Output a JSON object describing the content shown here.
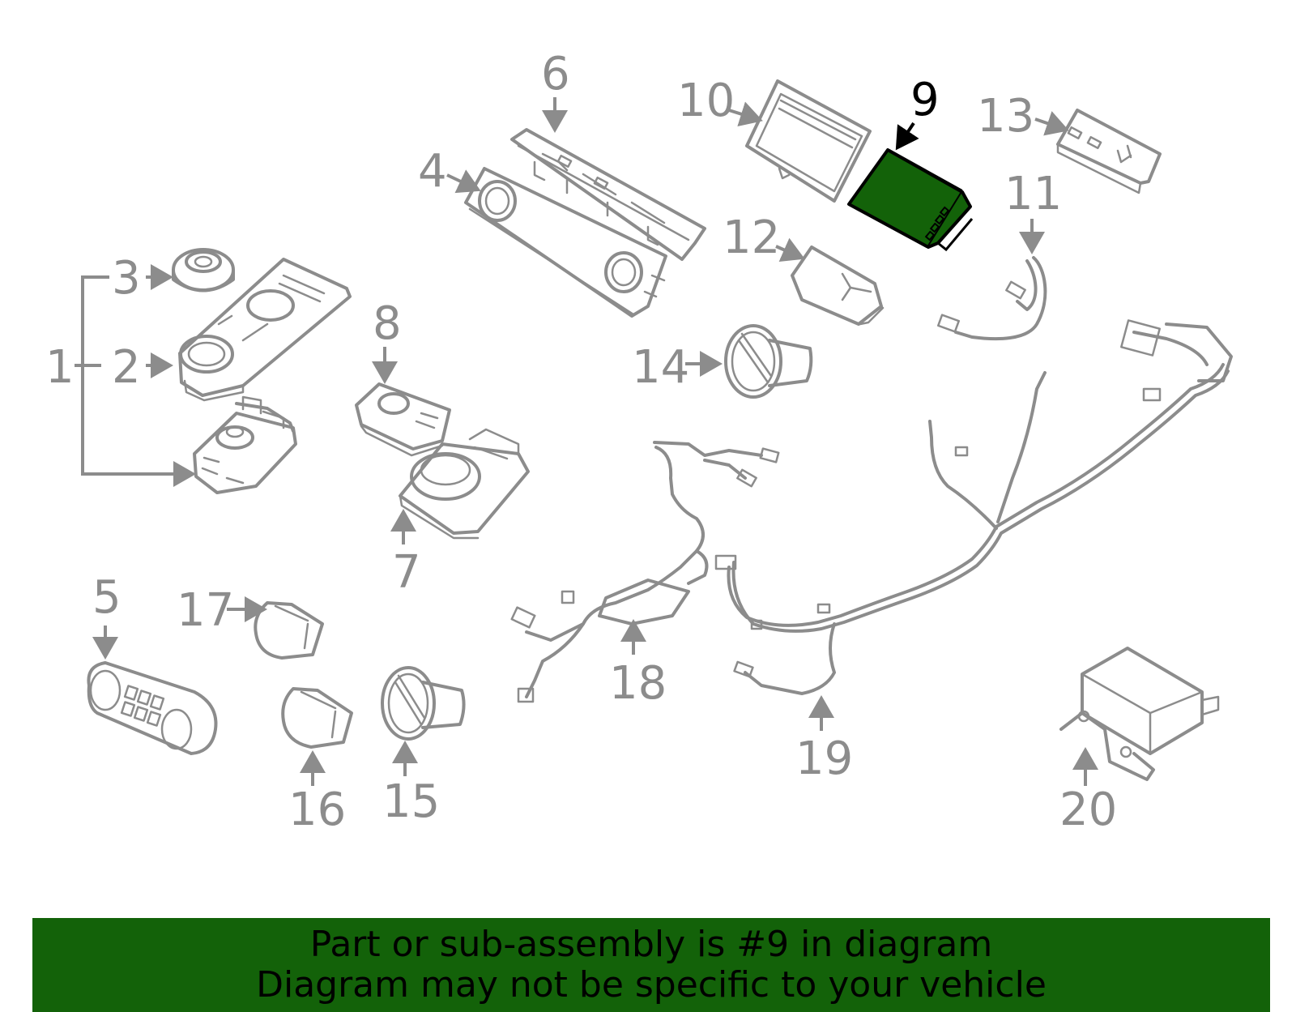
{
  "diagram": {
    "highlight_color": "#136209",
    "line_color": "#8c8c8c",
    "highlighted_part": "9",
    "callouts": [
      {
        "id": "1",
        "label": "1"
      },
      {
        "id": "2",
        "label": "2"
      },
      {
        "id": "3",
        "label": "3"
      },
      {
        "id": "4",
        "label": "4"
      },
      {
        "id": "5",
        "label": "5"
      },
      {
        "id": "6",
        "label": "6"
      },
      {
        "id": "7",
        "label": "7"
      },
      {
        "id": "8",
        "label": "8"
      },
      {
        "id": "9",
        "label": "9"
      },
      {
        "id": "10",
        "label": "10"
      },
      {
        "id": "11",
        "label": "11"
      },
      {
        "id": "12",
        "label": "12"
      },
      {
        "id": "13",
        "label": "13"
      },
      {
        "id": "14",
        "label": "14"
      },
      {
        "id": "15",
        "label": "15"
      },
      {
        "id": "16",
        "label": "16"
      },
      {
        "id": "17",
        "label": "17"
      },
      {
        "id": "18",
        "label": "18"
      },
      {
        "id": "19",
        "label": "19"
      },
      {
        "id": "20",
        "label": "20"
      }
    ]
  },
  "banner": {
    "line1": "Part or sub-assembly is #9 in diagram",
    "line2": "Diagram may not be specific to your vehicle",
    "background": "#136209"
  }
}
